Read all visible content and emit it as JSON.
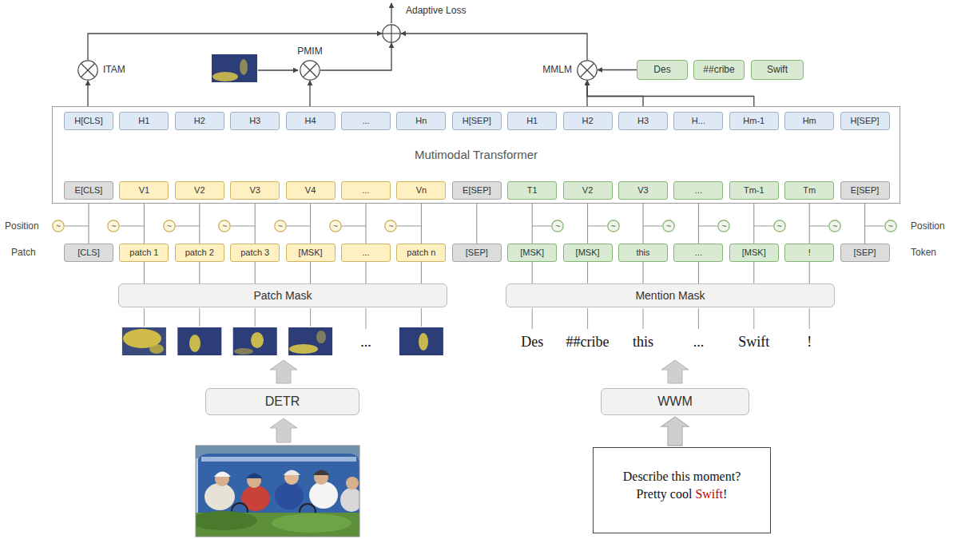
{
  "diagram": {
    "nodes": [
      {
        "text": [
          "Adaptive Loss"
        ]
      },
      {
        "text": [
          "ITAM"
        ]
      },
      {
        "text": [
          "PMIM"
        ]
      },
      {
        "text": [
          "MMLM"
        ]
      },
      {
        "text": [
          "Des"
        ]
      },
      {
        "text": [
          "##cribe"
        ]
      },
      {
        "text": [
          "Swift"
        ]
      },
      {
        "text": [
          "Mutimodal Transformer"
        ]
      },
      {
        "text": [
          "H[CLS]"
        ],
        "in": 7
      },
      {
        "text": [
          "H1"
        ],
        "in": 7
      },
      {
        "text": [
          "H2"
        ],
        "in": 7
      },
      {
        "text": [
          "H3"
        ],
        "in": 7
      },
      {
        "text": [
          "H4"
        ],
        "in": 7
      },
      {
        "text": [
          "..."
        ],
        "in": 7
      },
      {
        "text": [
          "Hn"
        ],
        "in": 7
      },
      {
        "text": [
          "H[SEP]"
        ],
        "in": 7
      },
      {
        "text": [
          "H1"
        ],
        "in": 7
      },
      {
        "text": [
          "H2"
        ],
        "in": 7
      },
      {
        "text": [
          "H3"
        ],
        "in": 7
      },
      {
        "text": [
          "H..."
        ],
        "in": 7
      },
      {
        "text": [
          "Hm-1"
        ],
        "in": 7
      },
      {
        "text": [
          "Hm"
        ],
        "in": 7
      },
      {
        "text": [
          "H[SEP]"
        ],
        "in": 7
      },
      {
        "text": [
          "E[CLS]"
        ],
        "in": 7
      },
      {
        "text": [
          "V1"
        ],
        "in": 7
      },
      {
        "text": [
          "V2"
        ],
        "in": 7
      },
      {
        "text": [
          "V3"
        ],
        "in": 7
      },
      {
        "text": [
          "V4"
        ],
        "in": 7
      },
      {
        "text": [
          "..."
        ],
        "in": 7
      },
      {
        "text": [
          "Vn"
        ],
        "in": 7
      },
      {
        "text": [
          "E[SEP]"
        ],
        "in": 7
      },
      {
        "text": [
          "T1"
        ],
        "in": 7
      },
      {
        "text": [
          "V2"
        ],
        "in": 7
      },
      {
        "text": [
          "V3"
        ],
        "in": 7
      },
      {
        "text": [
          "..."
        ],
        "in": 7
      },
      {
        "text": [
          "Tm-1"
        ],
        "in": 7
      },
      {
        "text": [
          "Tm"
        ],
        "in": 7
      },
      {
        "text": [
          "E[SEP]"
        ],
        "in": 7
      },
      {
        "text": [
          "~"
        ]
      },
      {
        "text": [
          "~"
        ]
      },
      {
        "text": [
          "~"
        ]
      },
      {
        "text": [
          "~"
        ]
      },
      {
        "text": [
          "~"
        ]
      },
      {
        "text": [
          "~"
        ]
      },
      {
        "text": [
          "~"
        ]
      },
      {
        "text": [
          "~"
        ]
      },
      {
        "text": [
          "~"
        ]
      },
      {
        "text": [
          "~"
        ]
      },
      {
        "text": [
          "~"
        ]
      },
      {
        "text": [
          "~"
        ]
      },
      {
        "text": [
          "~"
        ]
      },
      {
        "text": [
          "~"
        ]
      },
      {
        "text": [
          "[CLS]"
        ]
      },
      {
        "text": [
          "patch 1"
        ]
      },
      {
        "text": [
          "patch 2"
        ]
      },
      {
        "text": [
          "patch 3"
        ]
      },
      {
        "text": [
          "[MSK]"
        ]
      },
      {
        "text": [
          "..."
        ]
      },
      {
        "text": [
          "patch n"
        ]
      },
      {
        "text": [
          "[SEP]"
        ]
      },
      {
        "text": [
          "[MSK]"
        ]
      },
      {
        "text": [
          "[MSK]"
        ]
      },
      {
        "text": [
          "this"
        ]
      },
      {
        "text": [
          "..."
        ]
      },
      {
        "text": [
          "[MSK]"
        ]
      },
      {
        "text": [
          "!"
        ]
      },
      {
        "text": [
          "[SEP]"
        ]
      },
      {
        "text": [
          "Patch Mask"
        ]
      },
      {
        "text": [
          "Mention Mask"
        ]
      },
      {
        "text": [
          "DETR"
        ]
      },
      {
        "text": [
          "WWM"
        ]
      },
      {
        "text": [
          "Describe this moment?",
          "Pretty cool",
          "Swift",
          "!"
        ]
      }
    ],
    "edges": [
      {
        "from": 8,
        "to": 1,
        "arrow": "to"
      },
      {
        "from": 1,
        "to": 0,
        "arrow": "to"
      },
      {
        "from": 12,
        "to": 2,
        "arrow": "to"
      },
      {
        "from": 2,
        "to": 0,
        "arrow": "to"
      },
      {
        "from": 17,
        "to": 3,
        "arrow": "to"
      },
      {
        "from": 18,
        "to": 3,
        "arrow": "to"
      },
      {
        "from": 20,
        "to": 3,
        "arrow": "to"
      },
      {
        "from": 4,
        "to": 3,
        "arrow": "to"
      },
      {
        "from": 3,
        "to": 0,
        "arrow": "to"
      },
      {
        "from": 52,
        "to": 23,
        "arrow": "none"
      },
      {
        "from": 53,
        "to": 24,
        "arrow": "none"
      },
      {
        "from": 54,
        "to": 25,
        "arrow": "none"
      },
      {
        "from": 55,
        "to": 26,
        "arrow": "none"
      },
      {
        "from": 56,
        "to": 27,
        "arrow": "none"
      },
      {
        "from": 57,
        "to": 28,
        "arrow": "none"
      },
      {
        "from": 58,
        "to": 29,
        "arrow": "none"
      },
      {
        "from": 59,
        "to": 30,
        "arrow": "none"
      },
      {
        "from": 60,
        "to": 31,
        "arrow": "none"
      },
      {
        "from": 61,
        "to": 32,
        "arrow": "none"
      },
      {
        "from": 62,
        "to": 33,
        "arrow": "none"
      },
      {
        "from": 63,
        "to": 34,
        "arrow": "none"
      },
      {
        "from": 64,
        "to": 35,
        "arrow": "none"
      },
      {
        "from": 65,
        "to": 36,
        "arrow": "none"
      },
      {
        "from": 66,
        "to": 37,
        "arrow": "none"
      },
      {
        "from": 67,
        "to": 53,
        "arrow": "none"
      },
      {
        "from": 67,
        "to": 54,
        "arrow": "none"
      },
      {
        "from": 67,
        "to": 55,
        "arrow": "none"
      },
      {
        "from": 67,
        "to": 56,
        "arrow": "none"
      },
      {
        "from": 67,
        "to": 57,
        "arrow": "none"
      },
      {
        "from": 67,
        "to": 58,
        "arrow": "none"
      },
      {
        "from": 68,
        "to": 60,
        "arrow": "none"
      },
      {
        "from": 68,
        "to": 61,
        "arrow": "none"
      },
      {
        "from": 68,
        "to": 62,
        "arrow": "none"
      },
      {
        "from": 68,
        "to": 63,
        "arrow": "none"
      },
      {
        "from": 68,
        "to": 64,
        "arrow": "none"
      },
      {
        "from": 68,
        "to": 65,
        "arrow": "none"
      },
      {
        "from": 71,
        "to": 70,
        "arrow": "to"
      }
    ],
    "labels": [
      "Position",
      "Position",
      "Patch",
      "Token",
      "...",
      "Des",
      "##cribe",
      "this",
      "...",
      "Swift",
      "!"
    ]
  }
}
